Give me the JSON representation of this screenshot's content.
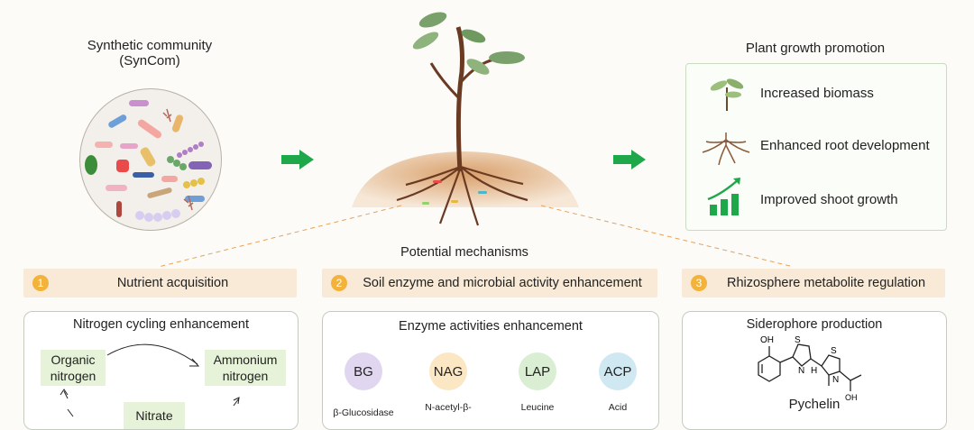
{
  "syncom": {
    "title_line1": "Synthetic community",
    "title_line2": "(SynCom)"
  },
  "plant_growth": {
    "title": "Plant growth promotion",
    "items": [
      {
        "label": "Increased biomass",
        "icon": "seedling-icon"
      },
      {
        "label": "Enhanced root development",
        "icon": "roots-icon"
      },
      {
        "label": "Improved shoot growth",
        "icon": "growth-chart-icon"
      }
    ]
  },
  "mechanisms": {
    "title": "Potential mechanisms"
  },
  "sections": [
    {
      "number": "1",
      "label": "Nutrient acquisition"
    },
    {
      "number": "2",
      "label": "Soil enzyme and microbial activity enhancement"
    },
    {
      "number": "3",
      "label": "Rhizosphere metabolite regulation"
    }
  ],
  "nitrogen": {
    "title": "Nitrogen cycling enhancement",
    "organic_line1": "Organic",
    "organic_line2": "nitrogen",
    "ammonium_line1": "Ammonium",
    "ammonium_line2": "nitrogen",
    "nitrate": "Nitrate"
  },
  "enzymes": {
    "title": "Enzyme activities enhancement",
    "items": [
      {
        "abbr": "BG",
        "label": "β-Glucosidase",
        "color": "#e0d6f0"
      },
      {
        "abbr": "NAG",
        "label": "N-acetyl-β-",
        "color": "#fbe7c4"
      },
      {
        "abbr": "LAP",
        "label": "Leucine",
        "color": "#d9eed3"
      },
      {
        "abbr": "ACP",
        "label": "Acid",
        "color": "#cfe8f2"
      }
    ]
  },
  "siderophore": {
    "title": "Siderophore production",
    "compound": "Pychelin",
    "atoms": {
      "oh": "OH",
      "s": "S",
      "n": "N",
      "h": "H",
      "acid_oh": "OH"
    }
  },
  "colors": {
    "accent_green": "#1fa84a",
    "badge_orange": "#f3b33a",
    "section_bg": "#f8ead6",
    "soil": "#d9a06b"
  }
}
